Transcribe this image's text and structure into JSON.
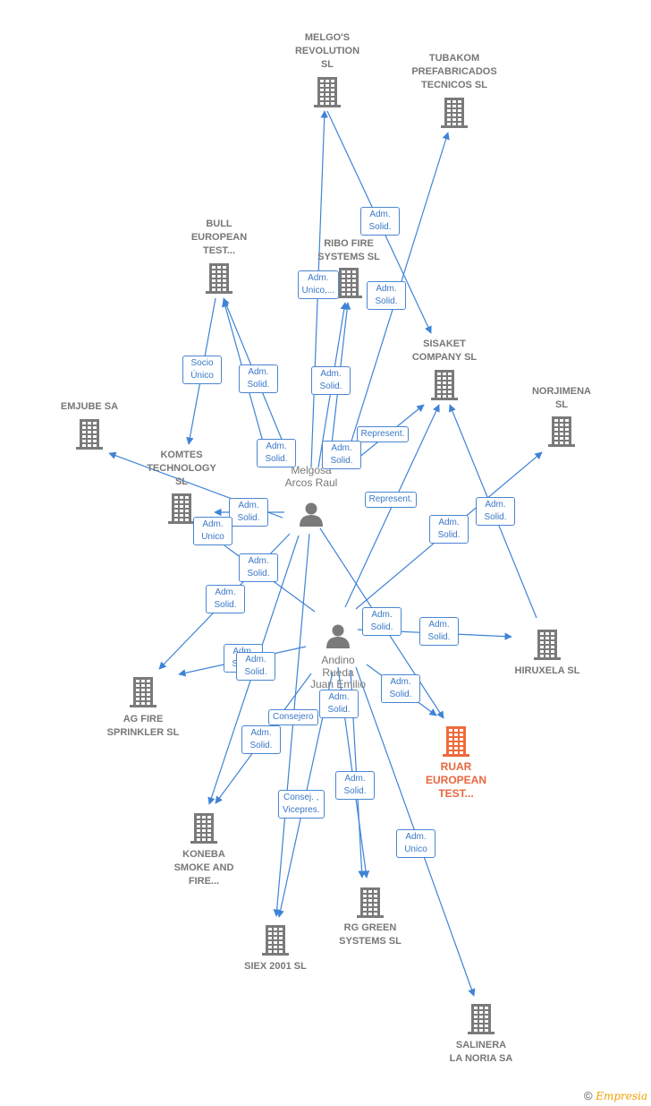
{
  "colors": {
    "edge": "#3f83d6",
    "building": "#7a7a7a",
    "focus": "#ef6a3c",
    "person": "#7a7a7a"
  },
  "companies": [
    {
      "id": "melgos",
      "lines": [
        "MELGO'S",
        "REVOLUTION",
        "SL"
      ],
      "icon": "building-icon"
    },
    {
      "id": "tubakom",
      "lines": [
        "TUBAKOM",
        "PREFABRICADOS",
        "TECNICOS SL"
      ],
      "icon": "building-icon"
    },
    {
      "id": "bull",
      "lines": [
        "BULL",
        "EUROPEAN",
        "TEST..."
      ],
      "icon": "building-icon"
    },
    {
      "id": "ribo",
      "lines": [
        "RIBO FIRE",
        "SYSTEMS  SL"
      ],
      "icon": "building-icon"
    },
    {
      "id": "sisaket",
      "lines": [
        "SISAKET",
        "COMPANY  SL"
      ],
      "icon": "building-icon"
    },
    {
      "id": "norjimena",
      "lines": [
        "NORJIMENA",
        "SL"
      ],
      "icon": "building-icon"
    },
    {
      "id": "emjube",
      "lines": [
        "EMJUBE SA"
      ],
      "icon": "building-icon"
    },
    {
      "id": "komtes",
      "lines": [
        "KOMTES",
        "TECHNOLOGY",
        "SL"
      ],
      "icon": "building-icon"
    },
    {
      "id": "hiruxela",
      "lines": [
        "HIRUXELA  SL"
      ],
      "icon": "building-icon"
    },
    {
      "id": "agfire",
      "lines": [
        "AG FIRE",
        "SPRINKLER SL"
      ],
      "icon": "building-icon"
    },
    {
      "id": "ruar",
      "lines": [
        "RUAR",
        "EUROPEAN",
        "TEST..."
      ],
      "icon": "building-icon",
      "focus": true
    },
    {
      "id": "koneba",
      "lines": [
        "KONEBA",
        "SMOKE AND",
        "FIRE..."
      ],
      "icon": "building-icon"
    },
    {
      "id": "rggreen",
      "lines": [
        "RG GREEN",
        "SYSTEMS  SL"
      ],
      "icon": "building-icon"
    },
    {
      "id": "siex",
      "lines": [
        "SIEX 2001 SL"
      ],
      "icon": "building-icon"
    },
    {
      "id": "salinera",
      "lines": [
        "SALINERA",
        "LA NORIA SA"
      ],
      "icon": "building-icon"
    }
  ],
  "persons": [
    {
      "id": "melgosa",
      "lines": [
        "Melgosa",
        "Arcos Raul"
      ],
      "icon": "person-icon"
    },
    {
      "id": "andino",
      "lines": [
        "Andino",
        "Rueda",
        "Juan Emilio"
      ],
      "icon": "person-icon"
    }
  ],
  "relations": [
    {
      "lines": [
        "Adm.",
        "Solid."
      ]
    },
    {
      "lines": [
        "Adm.",
        "Unico,..."
      ]
    },
    {
      "lines": [
        "Adm.",
        "Solid."
      ]
    },
    {
      "lines": [
        "Socio",
        "Único"
      ]
    },
    {
      "lines": [
        "Adm.",
        "Solid."
      ]
    },
    {
      "lines": [
        "Adm.",
        "Solid."
      ]
    },
    {
      "lines": [
        "Represent."
      ]
    },
    {
      "lines": [
        "Adm.",
        "Solid."
      ]
    },
    {
      "lines": [
        "Adm.",
        "Solid."
      ]
    },
    {
      "lines": [
        "Adm.",
        "Solid."
      ]
    },
    {
      "lines": [
        "Represent."
      ]
    },
    {
      "lines": [
        "Adm.",
        "Solid."
      ]
    },
    {
      "lines": [
        "Adm.",
        "Solid."
      ]
    },
    {
      "lines": [
        "Adm.",
        "Unico"
      ]
    },
    {
      "lines": [
        "Adm.",
        "Solid."
      ]
    },
    {
      "lines": [
        "Adm.",
        "Solid."
      ]
    },
    {
      "lines": [
        "Adm.",
        "Solid."
      ]
    },
    {
      "lines": [
        "Adm.",
        "Solid."
      ]
    },
    {
      "lines": [
        "Adm.",
        "Solid."
      ]
    },
    {
      "lines": [
        "Adm.",
        "Solid."
      ]
    },
    {
      "lines": [
        "Adm.",
        "Solid."
      ]
    },
    {
      "lines": [
        "Adm.",
        "Solid."
      ]
    },
    {
      "lines": [
        "Consejero"
      ]
    },
    {
      "lines": [
        "Adm.",
        "Solid."
      ]
    },
    {
      "lines": [
        "Adm.",
        "Solid."
      ]
    },
    {
      "lines": [
        "Consej. ,",
        "Vicepres."
      ]
    },
    {
      "lines": [
        "Adm.",
        "Unico"
      ]
    }
  ],
  "footer": {
    "copyright": "©",
    "brand": "Empresia"
  }
}
